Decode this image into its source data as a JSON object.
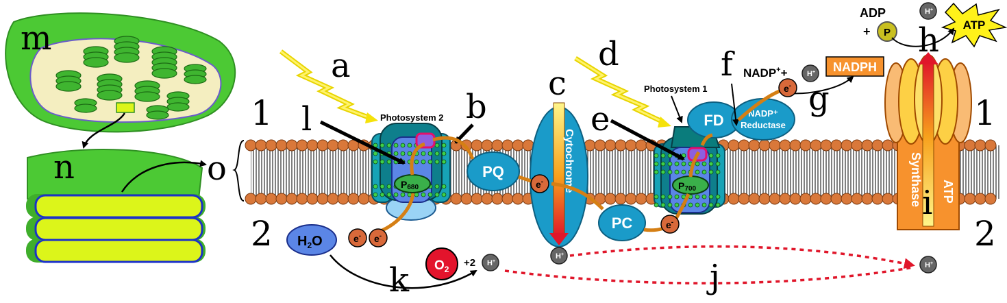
{
  "letters": {
    "a": "a",
    "b": "b",
    "c": "c",
    "d": "d",
    "e": "e",
    "f": "f",
    "g": "g",
    "h": "h",
    "i": "i",
    "j": "j",
    "k": "k",
    "l": "l",
    "m": "m",
    "n": "n",
    "o": "o"
  },
  "side_numbers": {
    "top_left": "1",
    "bottom_left": "2",
    "top_right": "1",
    "bottom_right": "2"
  },
  "photosystem2": {
    "label": "Photosystem 2",
    "p680_main": "P",
    "p680_sub": "680"
  },
  "photosystem1": {
    "label": "Photosystem 1",
    "p700_main": "P",
    "p700_sub": "700"
  },
  "carriers": {
    "pq": "PQ",
    "pc": "PC",
    "fd": "FD",
    "cytochrome": "Cytochrome",
    "nadp_reductase_line1": "NADP⁺",
    "nadp_reductase_line2": "Reductase",
    "atp_synthase_a": "ATP",
    "atp_synthase_b": "Synthase"
  },
  "molecules": {
    "h2o_main": "H",
    "h2o_sub": "2",
    "h2o_end": "O",
    "o2_main": "O",
    "o2_sub": "2",
    "plus_two": "+2",
    "electron": "e",
    "electron_sup": "-",
    "proton": "H",
    "proton_sup": "+",
    "nadp_plus": "NADP",
    "nadp_plus_sup": "+",
    "nadp_plus_plus": "+",
    "nadph": "NADPH",
    "adp": "ADP",
    "plus": "+",
    "p": "P",
    "atp": "ATP"
  },
  "colors": {
    "membrane_head": "#d9783a",
    "carrier_blue": "#1a9bc9",
    "ps_dark": "#0e7f8c",
    "ps_core": "#5b86e6",
    "electron": "#d8693a",
    "chloroplast_green": "#4cc934",
    "stroma": "#f4eec0",
    "thylakoid_yellow": "#dcf51a",
    "o2_red": "#e3142c",
    "nadph_orange": "#f7922d",
    "atp_yellow": "#fff21a",
    "pathway": "#d57f14",
    "proton_gradient": "#e0162a"
  }
}
